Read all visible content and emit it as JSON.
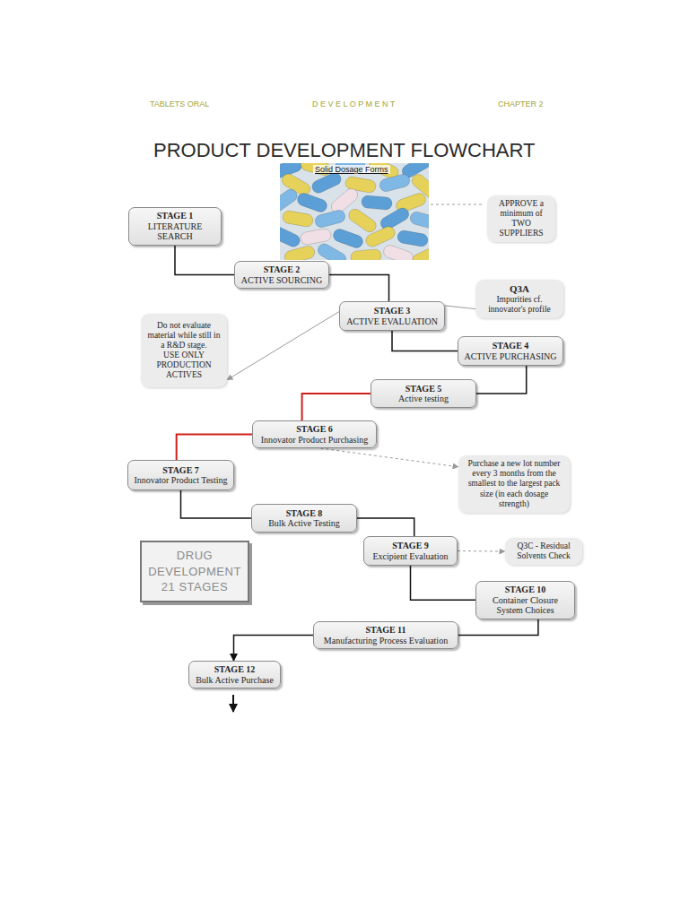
{
  "diagram": {
    "title": "PRODUCT DEVELOPMENT FLOWCHART",
    "nodes": [
      {
        "text": [
          "STAGE 1",
          "LITERATURE SEARCH"
        ]
      },
      {
        "text": [
          "APPROVE a minimum of TWO SUPPLIERS"
        ]
      },
      {
        "text": [
          "STAGE 2",
          "ACTIVE SOURCING"
        ]
      },
      {
        "text": [
          "Q3A",
          "Impurities cf. innovator's profile"
        ]
      },
      {
        "text": [
          "STAGE 3",
          "ACTIVE EVALUATION"
        ]
      },
      {
        "text": [
          "Do not evaluate material while still in a R&D stage.",
          "USE ONLY PRODUCTION ACTIVES"
        ]
      },
      {
        "text": [
          "STAGE 4",
          "ACTIVE PURCHASING"
        ]
      },
      {
        "text": [
          "STAGE 5",
          "Active testing"
        ]
      },
      {
        "text": [
          "STAGE 6",
          "Innovator Product Purchasing"
        ]
      },
      {
        "text": [
          "Purchase a new lot number every 3 months from the smallest to the largest pack size (in each dosage strength)"
        ]
      },
      {
        "text": [
          "STAGE 7",
          "Innovator Product Testing"
        ]
      },
      {
        "text": [
          "STAGE 8",
          "Bulk Active Testing"
        ]
      },
      {
        "text": [
          "STAGE 9",
          "Excipient Evaluation"
        ]
      },
      {
        "text": [
          "Q3C - Residual Solvents Check"
        ]
      },
      {
        "text": [
          "DRUG DEVELOPMENT 21 STAGES"
        ]
      },
      {
        "text": [
          "STAGE 10",
          "Container Closure System Choices"
        ]
      },
      {
        "text": [
          "STAGE 11",
          "Manufacturing Process Evaluation"
        ]
      },
      {
        "text": [
          "STAGE 12",
          "Bulk Active Purchase"
        ]
      }
    ],
    "edges": [
      {
        "from": 0,
        "to": 2,
        "arrow": "none"
      },
      {
        "from": 2,
        "to": 4,
        "arrow": "none"
      },
      {
        "from": 4,
        "to": 3,
        "arrow": "none"
      },
      {
        "from": 4,
        "to": 5,
        "arrow": "to"
      },
      {
        "from": 4,
        "to": 6,
        "arrow": "none"
      },
      {
        "from": 6,
        "to": 7,
        "arrow": "none"
      },
      {
        "from": 7,
        "to": 8,
        "arrow": "none"
      },
      {
        "from": 8,
        "to": 9,
        "arrow": "to"
      },
      {
        "from": 8,
        "to": 10,
        "arrow": "none"
      },
      {
        "from": 10,
        "to": 11,
        "arrow": "none"
      },
      {
        "from": 11,
        "to": 12,
        "arrow": "none"
      },
      {
        "from": 12,
        "to": 13,
        "arrow": "to"
      },
      {
        "from": 12,
        "to": 15,
        "arrow": "none"
      },
      {
        "from": 15,
        "to": 16,
        "arrow": "none"
      },
      {
        "from": 16,
        "to": 17,
        "arrow": "to"
      }
    ],
    "labels": [
      "TABLETS ORAL",
      "D E V E L O P M E N T",
      "CHAPTER 2",
      "Solid Dosage Forms"
    ]
  }
}
